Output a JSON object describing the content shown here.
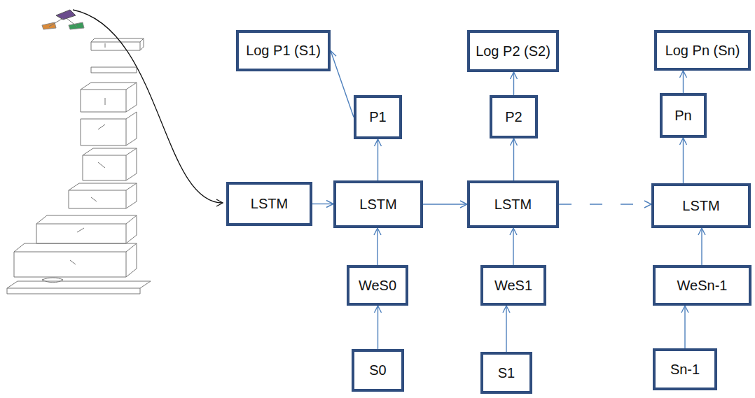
{
  "diagram": {
    "nodes": [
      {
        "text": [
          "Log P1 (S1)"
        ]
      },
      {
        "text": [
          "Log P2 (S2)"
        ]
      },
      {
        "text": [
          "Log Pn (Sn)"
        ]
      },
      {
        "text": [
          "P1"
        ]
      },
      {
        "text": [
          "P2"
        ]
      },
      {
        "text": [
          "Pn"
        ]
      },
      {
        "text": [
          "LSTM"
        ]
      },
      {
        "text": [
          "LSTM"
        ]
      },
      {
        "text": [
          "LSTM"
        ]
      },
      {
        "text": [
          "LSTM"
        ]
      },
      {
        "text": [
          "WeS0"
        ]
      },
      {
        "text": [
          "WeS1"
        ]
      },
      {
        "text": [
          "WeSn-1"
        ]
      },
      {
        "text": [
          "S0"
        ]
      },
      {
        "text": [
          "S1"
        ]
      },
      {
        "text": [
          "Sn-1"
        ]
      }
    ],
    "edges": [
      {
        "from": 13,
        "to": 10,
        "arrow": "to"
      },
      {
        "from": 10,
        "to": 7,
        "arrow": "to"
      },
      {
        "from": 7,
        "to": 3,
        "arrow": "to"
      },
      {
        "from": 3,
        "to": 0,
        "arrow": "to"
      },
      {
        "from": 14,
        "to": 11,
        "arrow": "to"
      },
      {
        "from": 11,
        "to": 8,
        "arrow": "to"
      },
      {
        "from": 8,
        "to": 4,
        "arrow": "to"
      },
      {
        "from": 4,
        "to": 1,
        "arrow": "to"
      },
      {
        "from": 15,
        "to": 12,
        "arrow": "to"
      },
      {
        "from": 12,
        "to": 9,
        "arrow": "to"
      },
      {
        "from": 9,
        "to": 5,
        "arrow": "to"
      },
      {
        "from": 5,
        "to": 2,
        "arrow": "to"
      },
      {
        "from": 6,
        "to": 7,
        "arrow": "to"
      },
      {
        "from": 7,
        "to": 8,
        "arrow": "to"
      },
      {
        "from": 8,
        "to": 9,
        "arrow": "to"
      }
    ]
  }
}
